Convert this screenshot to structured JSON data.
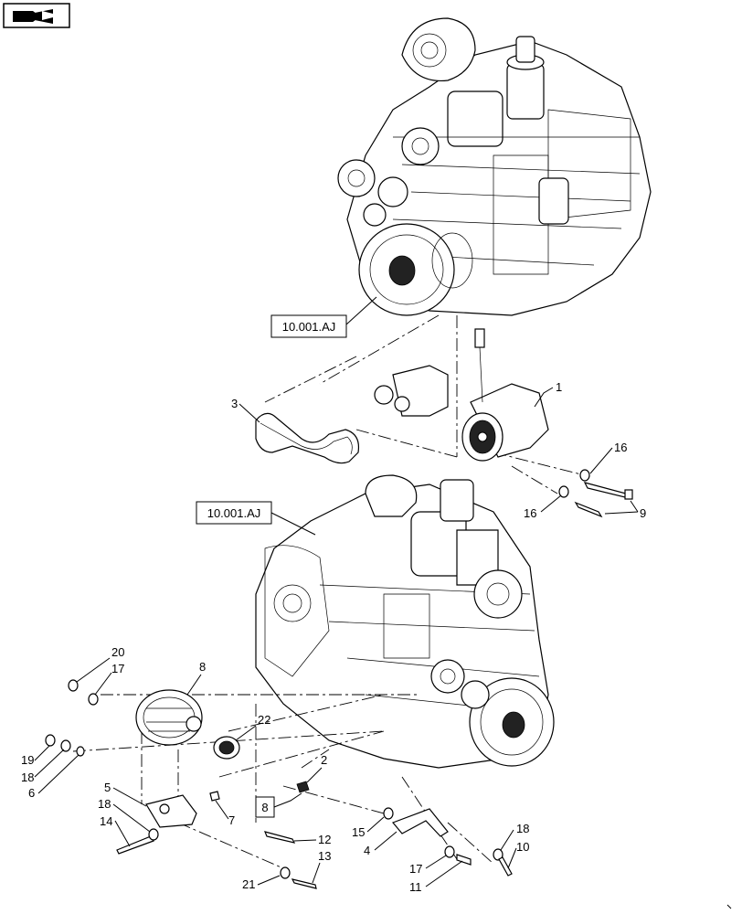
{
  "nav_icon": "book-arrow-icon",
  "reference_labels": [
    {
      "id": "ref-top",
      "text": "10.001.AJ"
    },
    {
      "id": "ref-mid",
      "text": "10.001.AJ"
    },
    {
      "id": "ref-box8",
      "text": "8"
    }
  ],
  "callouts": [
    "1",
    "2",
    "3",
    "4",
    "5",
    "6",
    "7",
    "8",
    "9",
    "10",
    "11",
    "12",
    "13",
    "14",
    "15",
    "16",
    "16",
    "17",
    "17",
    "17",
    "18",
    "18",
    "18",
    "19",
    "20",
    "21",
    "22"
  ]
}
